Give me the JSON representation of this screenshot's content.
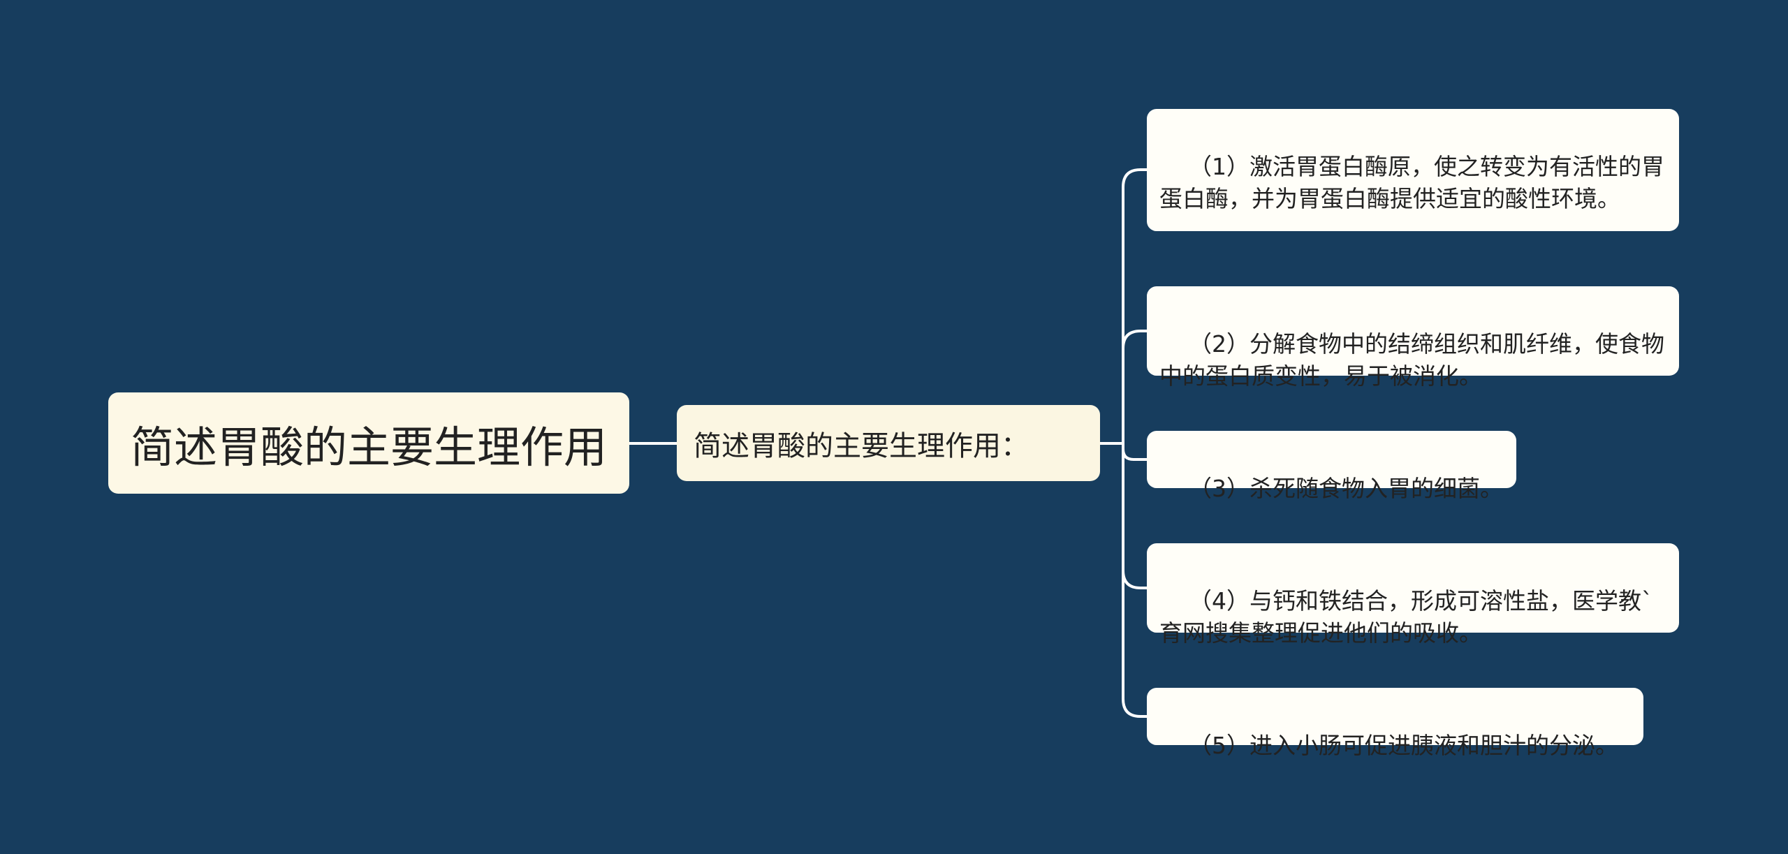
{
  "root": {
    "text": "简述胃酸的主要生理作用"
  },
  "branch": {
    "text": "简述胃酸的主要生理作用："
  },
  "leaves": [
    {
      "text": "（1）激活胃蛋白酶原，使之转变为有活性的胃蛋白酶，并为胃蛋白酶提供适宜的酸性环境。"
    },
    {
      "text": "（2）分解食物中的结缔组织和肌纤维，使食物中的蛋白质变性，易于被消化。"
    },
    {
      "text": "（3）杀死随食物入胃的细菌。"
    },
    {
      "text": "（4）与钙和铁结合，形成可溶性盐，医学教`育网搜集整理促进他们的吸收。"
    },
    {
      "text": "（5）进入小肠可促进胰液和胆汁的分泌。"
    }
  ],
  "colors": {
    "background": "#173d5e",
    "node_fill": "#fdf8e6",
    "connector": "#ffffff"
  }
}
